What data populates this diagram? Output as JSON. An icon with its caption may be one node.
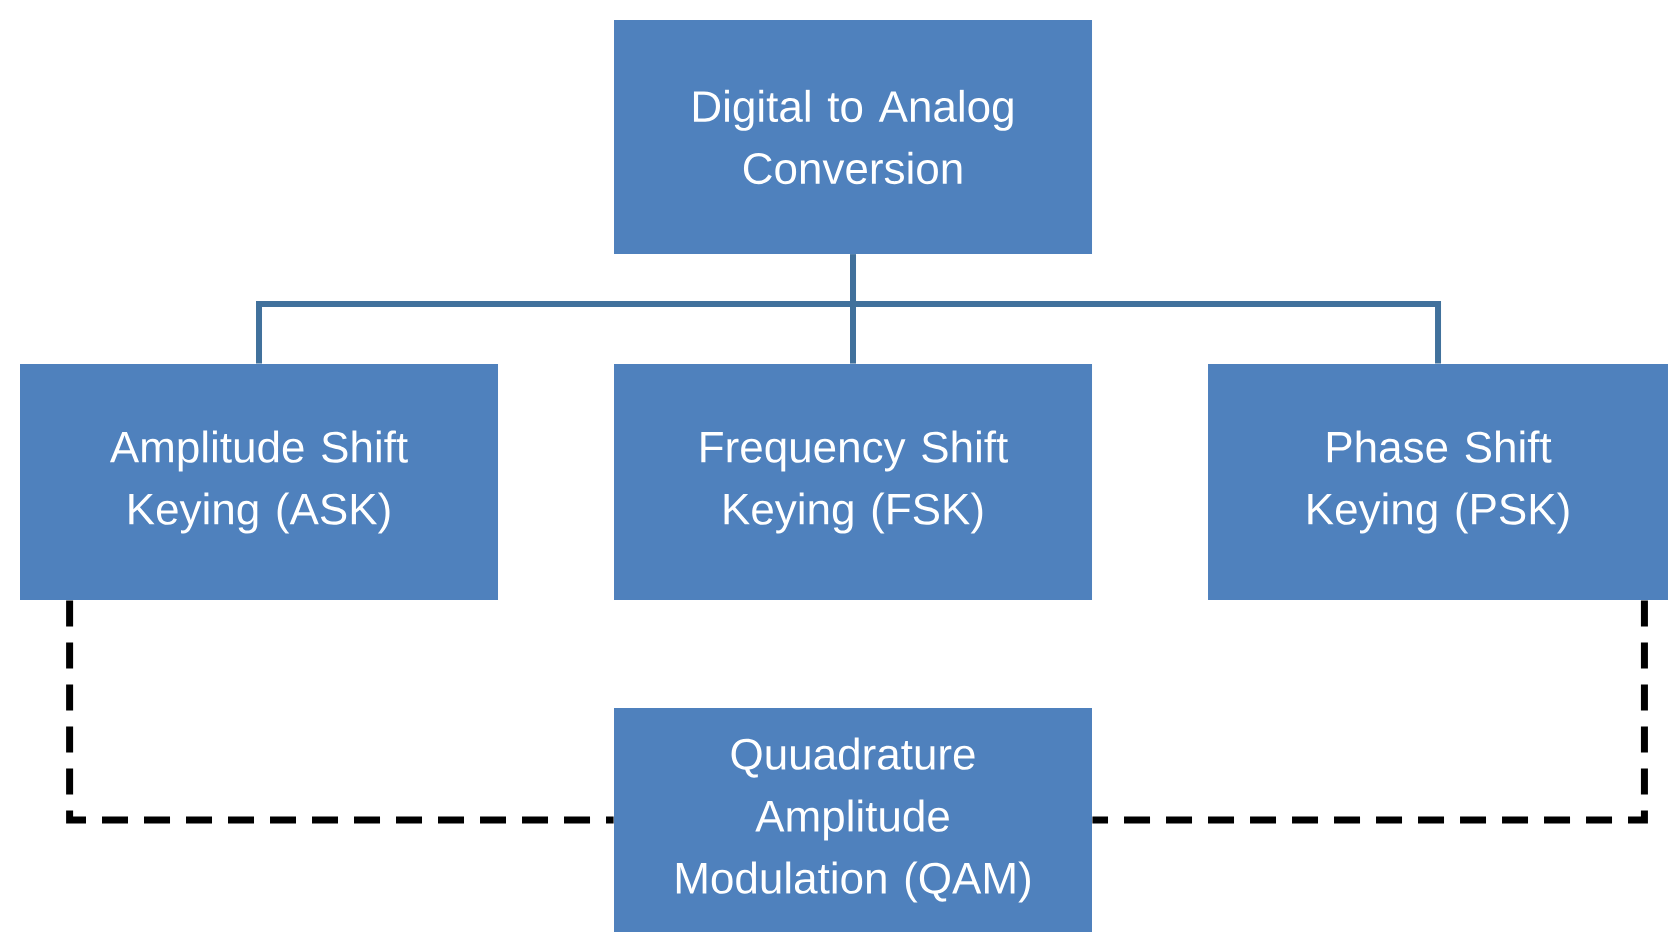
{
  "diagram": {
    "nodes": [
      {
        "text": [
          "Digital to Analog Conversion"
        ]
      },
      {
        "text": [
          "Amplitude Shift Keying (ASK)"
        ]
      },
      {
        "text": [
          "Frequency Shift Keying (FSK)"
        ]
      },
      {
        "text": [
          "Phase Shift Keying (PSK)"
        ]
      },
      {
        "text": [
          "Quuadrature Amplitude Modulation (QAM)"
        ]
      }
    ],
    "edges": [
      {
        "from": 0,
        "to": 1,
        "arrow": "none"
      },
      {
        "from": 0,
        "to": 2,
        "arrow": "none"
      },
      {
        "from": 0,
        "to": 3,
        "arrow": "none"
      },
      {
        "from": 1,
        "to": 4,
        "arrow": "none",
        "style": "dashed",
        "color": "#000000"
      },
      {
        "from": 3,
        "to": 4,
        "arrow": "none",
        "style": "dashed",
        "color": "#000000"
      }
    ]
  }
}
